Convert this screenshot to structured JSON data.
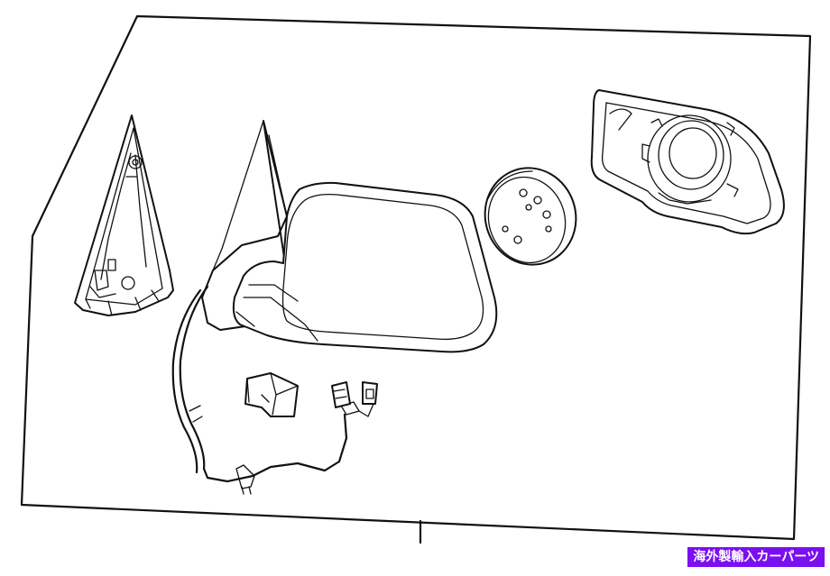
{
  "diagram": {
    "parts": [
      {
        "name": "mirror-cover-bracket"
      },
      {
        "name": "outside-mirror-assembly"
      },
      {
        "name": "wiring-harness"
      },
      {
        "name": "connector-cover"
      },
      {
        "name": "mirror-motor"
      },
      {
        "name": "mirror-glass-backing"
      }
    ]
  },
  "badge": {
    "text": "海外製輸入カーパーツ",
    "color": "#7a0ff0"
  }
}
